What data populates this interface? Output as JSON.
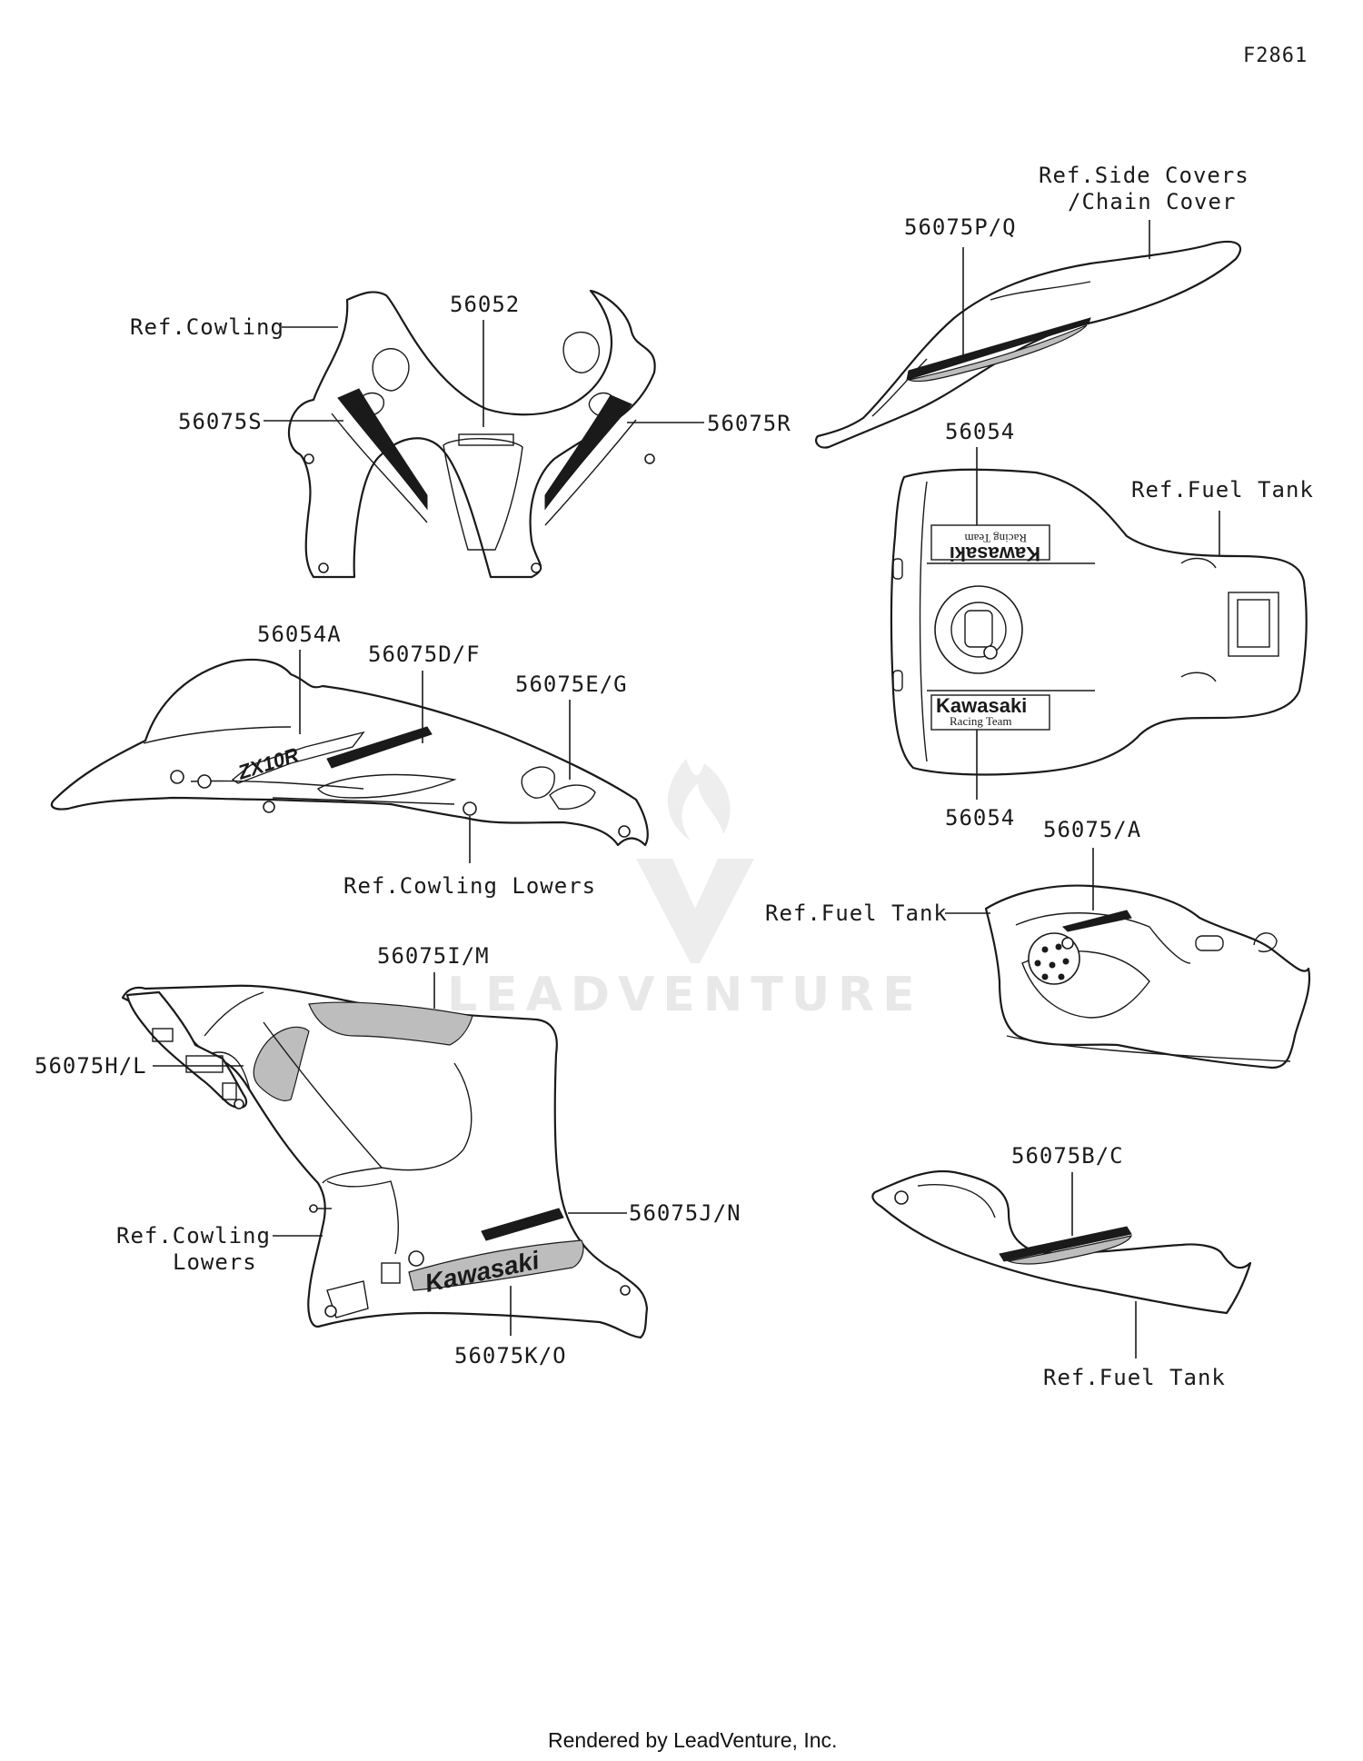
{
  "diagram_code": "F2861",
  "footer": "Rendered by LeadVenture, Inc.",
  "watermark": "LEADVENTURE",
  "decal_text": {
    "brand": "Kawasaki",
    "team": "Racing Team",
    "model": "ZX10R"
  },
  "callouts": {
    "ref_cowling": "Ref.Cowling",
    "p56052": "56052",
    "p56075S": "56075S",
    "p56075R": "56075R",
    "ref_side_covers_1": "Ref.Side Covers",
    "ref_side_covers_2": "/Chain Cover",
    "p56075PQ": "56075P/Q",
    "p56054_top": "56054",
    "ref_fuel_tank_1": "Ref.Fuel Tank",
    "p56054_bottom": "56054",
    "p56054A": "56054A",
    "p56075DF": "56075D/F",
    "p56075EG": "56075E/G",
    "ref_cowling_lowers_1": "Ref.Cowling Lowers",
    "p56075A": "56075/A",
    "ref_fuel_tank_2": "Ref.Fuel Tank",
    "p56075IM": "56075I/M",
    "p56075HL": "56075H/L",
    "ref_cowling_lowers_2a": "Ref.Cowling",
    "ref_cowling_lowers_2b": "Lowers",
    "p56075JN": "56075J/N",
    "p56075KO": "56075K/O",
    "p56075BC": "56075B/C",
    "ref_fuel_tank_3": "Ref.Fuel Tank"
  }
}
